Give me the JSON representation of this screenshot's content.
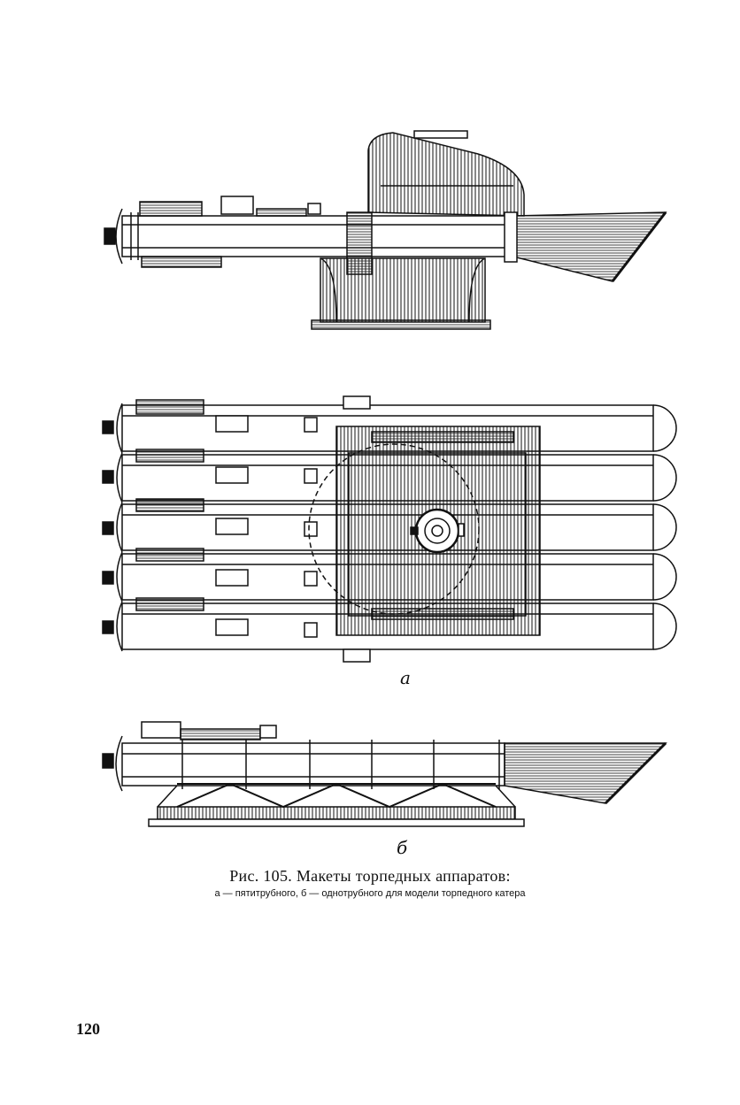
{
  "figure": {
    "label_a": "а",
    "label_b": "б",
    "caption_title": "Рис. 105. Макеты торпедных аппаратов:",
    "caption_subtitle": "а — пятитрубного, б — однотрубного для модели торпедного катера"
  },
  "page_number": "120"
}
